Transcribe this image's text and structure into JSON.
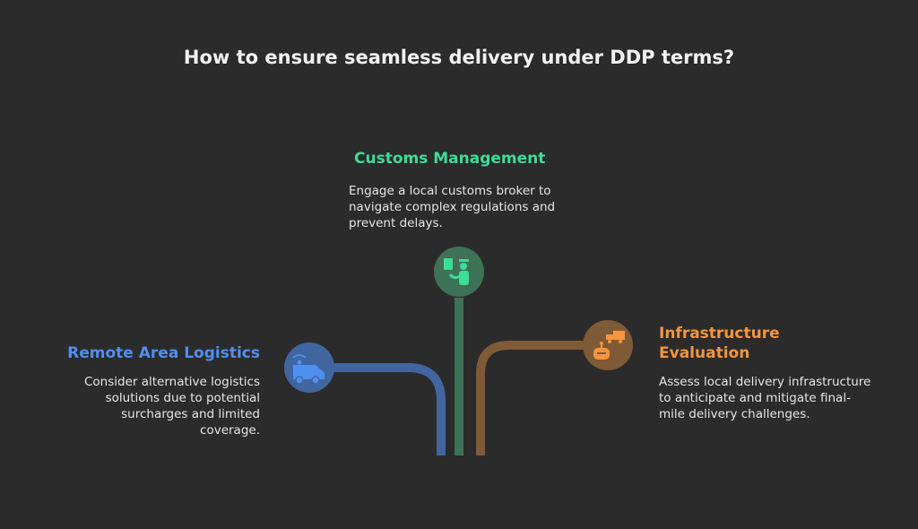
{
  "title": "How to ensure seamless delivery under DDP terms?",
  "colors": {
    "background": "#2b2b2b",
    "blue": "#4f8ff0",
    "green": "#3ddc97",
    "orange": "#f5953c"
  },
  "items": [
    {
      "heading": "Customs Management",
      "text": "Engage a local customs broker to navigate complex regulations and prevent delays.",
      "icon": "customs-officer-icon"
    },
    {
      "heading": "Remote Area Logistics",
      "text": "Consider alternative logistics solutions due to potential surcharges and limited coverage.",
      "icon": "connected-van-icon"
    },
    {
      "heading": "Infrastructure Evaluation",
      "text": "Assess local delivery infrastructure to anticipate and mitigate final-mile delivery challenges.",
      "icon": "robot-truck-icon"
    }
  ]
}
